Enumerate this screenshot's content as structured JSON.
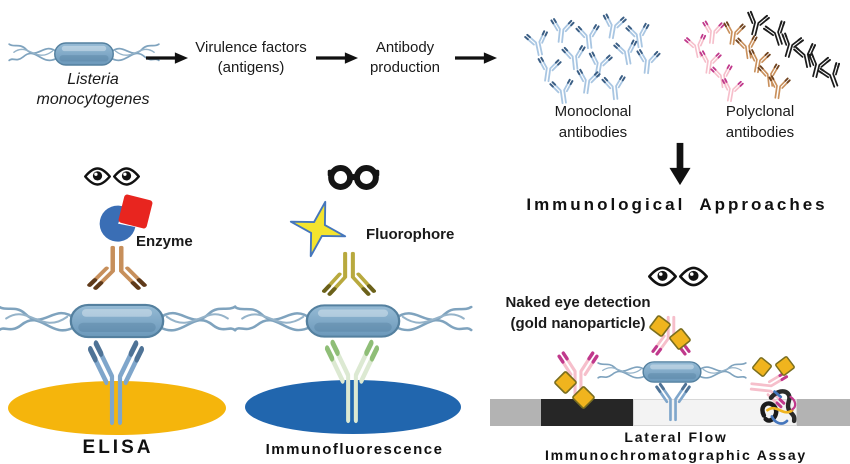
{
  "pipeline": {
    "organism": "Listeria\nmonocytogenes",
    "step1": "Virulence factors\n(antigens)",
    "step2": "Antibody\nproduction",
    "monoclonal": "Monoclonal\nantibodies",
    "polyclonal": "Polyclonal\nantibodies"
  },
  "title": "Immunological Approaches",
  "elisa": {
    "enzyme": "Enzyme",
    "title": "ELISA"
  },
  "immunofluorescence": {
    "fluorophore": "Fluorophore",
    "title": "Immunofluorescence"
  },
  "lateral_flow": {
    "naked_eye": "Naked eye detection\n(gold nanoparticle)",
    "title": "Lateral Flow\nImmunochromatographic Assay"
  },
  "colors": {
    "bacterium_blue": "#7ba8c9",
    "monoclonal_antibody": "#a9c6e2",
    "polyclonal_pink": "#f6bfcb",
    "polyclonal_tan": "#c9905c",
    "polyclonal_black": "#1c1c1c",
    "enzyme_blue": "#3a6eb5",
    "substrate_red": "#e8251f",
    "elisa_plate_yellow": "#f5b50c",
    "if_slide_blue": "#2166ae",
    "fluorophore_yellow": "#f4e42e",
    "gold_nanoparticle": "#f0b41e",
    "strip_pad_black": "#262626",
    "strip_gray": "#b3b3b3"
  }
}
